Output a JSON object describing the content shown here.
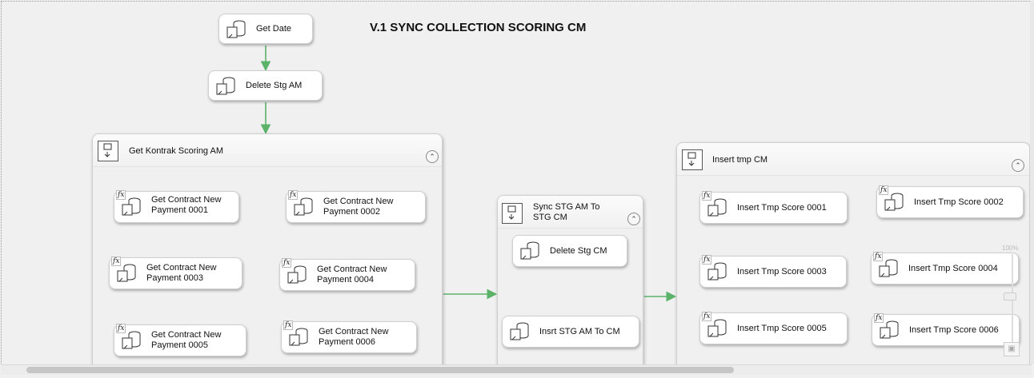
{
  "page": {
    "title": "V.1 SYNC COLLECTION SCORING CM"
  },
  "tasks": {
    "get_date": "Get Date",
    "delete_stg_am": "Delete Stg AM"
  },
  "containers": {
    "get_kontrak": {
      "title": "Get Kontrak Scoring AM",
      "items": [
        "Get Contract New Payment 0001",
        "Get Contract New Payment 0002",
        "Get Contract New Payment 0003",
        "Get Contract New Payment 0004",
        "Get Contract New Payment 0005",
        "Get Contract New Payment 0006"
      ]
    },
    "sync_stg": {
      "title": "Sync STG AM To STG CM",
      "items": [
        "Delete Stg CM",
        "Insrt STG AM To CM"
      ]
    },
    "insert_tmp": {
      "title": "Insert tmp CM",
      "items": [
        "Insert Tmp Score 0001",
        "Insert Tmp Score 0002",
        "Insert Tmp Score 0003",
        "Insert Tmp Score 0004",
        "Insert Tmp Score 0005",
        "Insert Tmp Score 0006"
      ]
    }
  },
  "zoom": {
    "label": "100%"
  },
  "icons": {
    "task": "sql-task-icon",
    "fx": "expression-fx-icon",
    "container": "data-flow-container-icon",
    "collapse": "collapse-chevron-icon"
  },
  "colors": {
    "connector": "#5bb36a"
  }
}
